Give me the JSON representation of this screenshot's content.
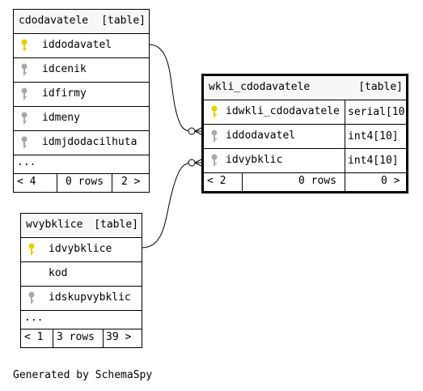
{
  "tables": {
    "cdodavatele": {
      "name": "cdodavatele",
      "kind": "[table]",
      "columns": [
        "iddodavatel",
        "idcenik",
        "idfirmy",
        "idmeny",
        "idmjdodacilhuta"
      ],
      "more": "...",
      "footer": {
        "left": "< 4",
        "rows": "0 rows",
        "right": "2 >"
      }
    },
    "wkli_cdodavatele": {
      "name": "wkli_cdodavatele",
      "kind": "[table]",
      "columns": [
        "idwkli_cdodavatele",
        "iddodavatel",
        "idvybklic"
      ],
      "types": [
        "serial[10",
        "int4[10]",
        "int4[10]"
      ],
      "footer": {
        "left": "< 2",
        "rows": "0 rows",
        "right": "0 >"
      }
    },
    "wvybklice": {
      "name": "wvybklice",
      "kind": "[table]",
      "columns": [
        "idvybklice",
        "kod",
        "idskupvybklic"
      ],
      "more": "...",
      "footer": {
        "left": "< 1",
        "rows": "3 rows",
        "right": "39 >"
      }
    }
  },
  "generated_by": "Generated by SchemaSpy",
  "colors": {
    "primary_key": "#e8d000",
    "foreign_key": "#a8a8a8"
  }
}
